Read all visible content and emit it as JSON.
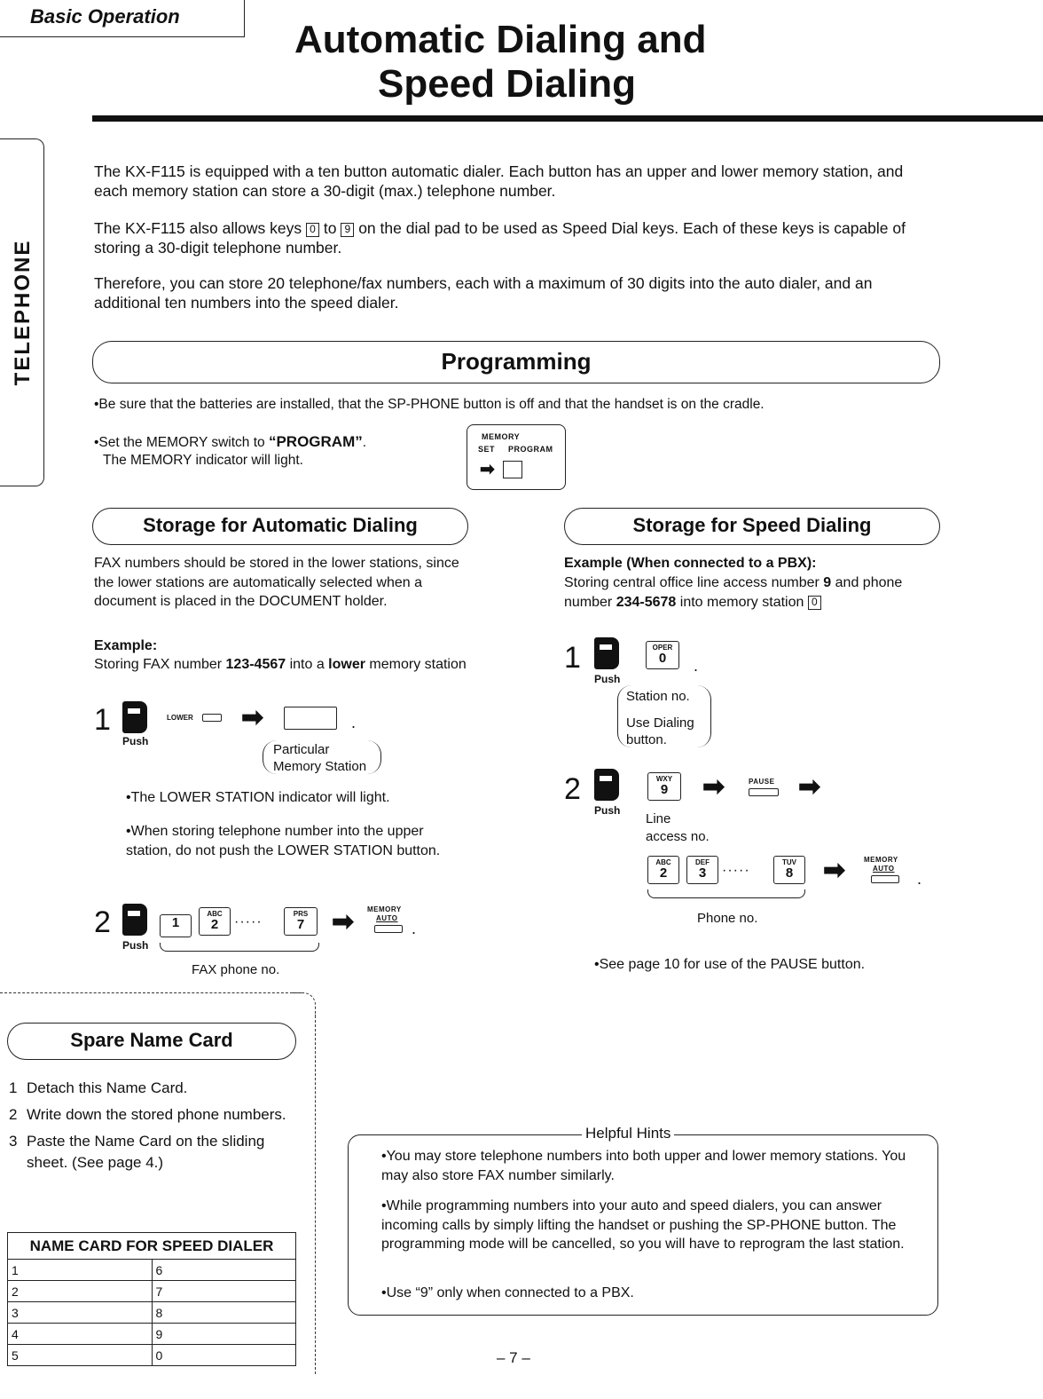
{
  "header": {
    "section_label": "Basic Operation",
    "title_line1": "Automatic Dialing and",
    "title_line2": "Speed Dialing",
    "side_label": "TELEPHONE"
  },
  "intro": {
    "p1": "The KX-F115 is equipped with a ten button automatic dialer. Each button has an upper and lower memory station, and each memory station can store a 30-digit (max.) telephone number.",
    "p2_a": "The KX-F115 also allows keys",
    "p2_key_a": "0",
    "p2_b": "to",
    "p2_key_b": "9",
    "p2_c": "on the dial pad to be used as Speed Dial keys. Each of these keys is capable of storing a 30-digit telephone number.",
    "p3": "Therefore, you can store 20 telephone/fax numbers, each with a maximum of 30 digits into the auto dialer, and an additional ten numbers into the speed dialer."
  },
  "programming": {
    "heading": "Programming",
    "bullet1": "•Be sure that the batteries are installed, that the SP-PHONE button is off and that the handset is on the cradle.",
    "bullet2_a": "•Set the MEMORY switch to ",
    "bullet2_b": "“PROGRAM”",
    "bullet2_c": ".",
    "bullet2_line2": "The MEMORY indicator will light.",
    "switch_memory": "MEMORY",
    "switch_set": "SET",
    "switch_program": "PROGRAM"
  },
  "auto": {
    "heading": "Storage for Automatic Dialing",
    "desc": "FAX numbers should be stored in the lower stations, since the lower stations are automatically selected when a document is placed in the DOCUMENT holder.",
    "example_label": "Example:",
    "example_a": "Storing FAX number ",
    "example_num": "123-4567",
    "example_b": " into a ",
    "example_lower": "lower",
    "example_c": " memory station",
    "step1": "1",
    "push": "Push",
    "lower_btn": "LOWER",
    "particular_1": "Particular",
    "particular_2": "Memory Station",
    "note1": "•The LOWER STATION indicator will light.",
    "note2": "•When storing telephone number into the upper station, do not push the LOWER STATION button.",
    "step2": "2",
    "key1_top": "",
    "key1_main": "1",
    "key2_top": "ABC",
    "key2_main": "2",
    "key3_top": "PRS",
    "key3_main": "7",
    "dots": "·····",
    "mem_auto_1": "MEMORY",
    "mem_auto_2": "AUTO",
    "fax_phone_no": "FAX phone no.",
    "period": "."
  },
  "speed": {
    "heading": "Storage for Speed Dialing",
    "example_label": "Example (When connected to a PBX):",
    "example_a": "Storing central office line access number ",
    "example_9": "9",
    "example_b": " and phone number ",
    "example_num": "234-5678",
    "example_c": " into memory station",
    "example_key": "0",
    "step1": "1",
    "push": "Push",
    "oper_top": "OPER",
    "oper_main": "0",
    "station_no": "Station no.",
    "use_dialing": "Use Dialing",
    "button": "button.",
    "step2": "2",
    "wxy_top": "WXY",
    "wxy_main": "9",
    "pause": "PAUSE",
    "line": "Line",
    "access_no": "access no.",
    "abc_top": "ABC",
    "abc_main": "2",
    "def_top": "DEF",
    "def_main": "3",
    "tuv_top": "TUV",
    "tuv_main": "8",
    "dots": "·····",
    "mem_auto_1": "MEMORY",
    "mem_auto_2": "AUTO",
    "phone_no": "Phone no.",
    "pause_note": "•See page 10  for use of the PAUSE button.",
    "period": "."
  },
  "spare": {
    "heading": "Spare Name Card",
    "steps": [
      {
        "num": "1",
        "text": "Detach this Name Card."
      },
      {
        "num": "2",
        "text": "Write down the stored phone numbers."
      },
      {
        "num": "3",
        "text": "Paste the Name Card on the sliding sheet. (See page 4.)"
      }
    ],
    "table_title": "NAME CARD FOR SPEED DIALER",
    "rows": [
      [
        "1",
        "6"
      ],
      [
        "2",
        "7"
      ],
      [
        "3",
        "8"
      ],
      [
        "4",
        "9"
      ],
      [
        "5",
        "0"
      ]
    ]
  },
  "hints": {
    "title": "Helpful Hints",
    "h1": "•You may store telephone numbers into both upper and lower memory stations. You may also store FAX number similarly.",
    "h2": "•While programming numbers into your auto and speed dialers, you can answer incoming calls by simply lifting the handset or pushing the SP-PHONE button. The programming mode will be cancelled, so you will have to reprogram the last station.",
    "h3": "•Use “9” only when connected to a PBX."
  },
  "footer": {
    "page_number": "– 7 –"
  }
}
